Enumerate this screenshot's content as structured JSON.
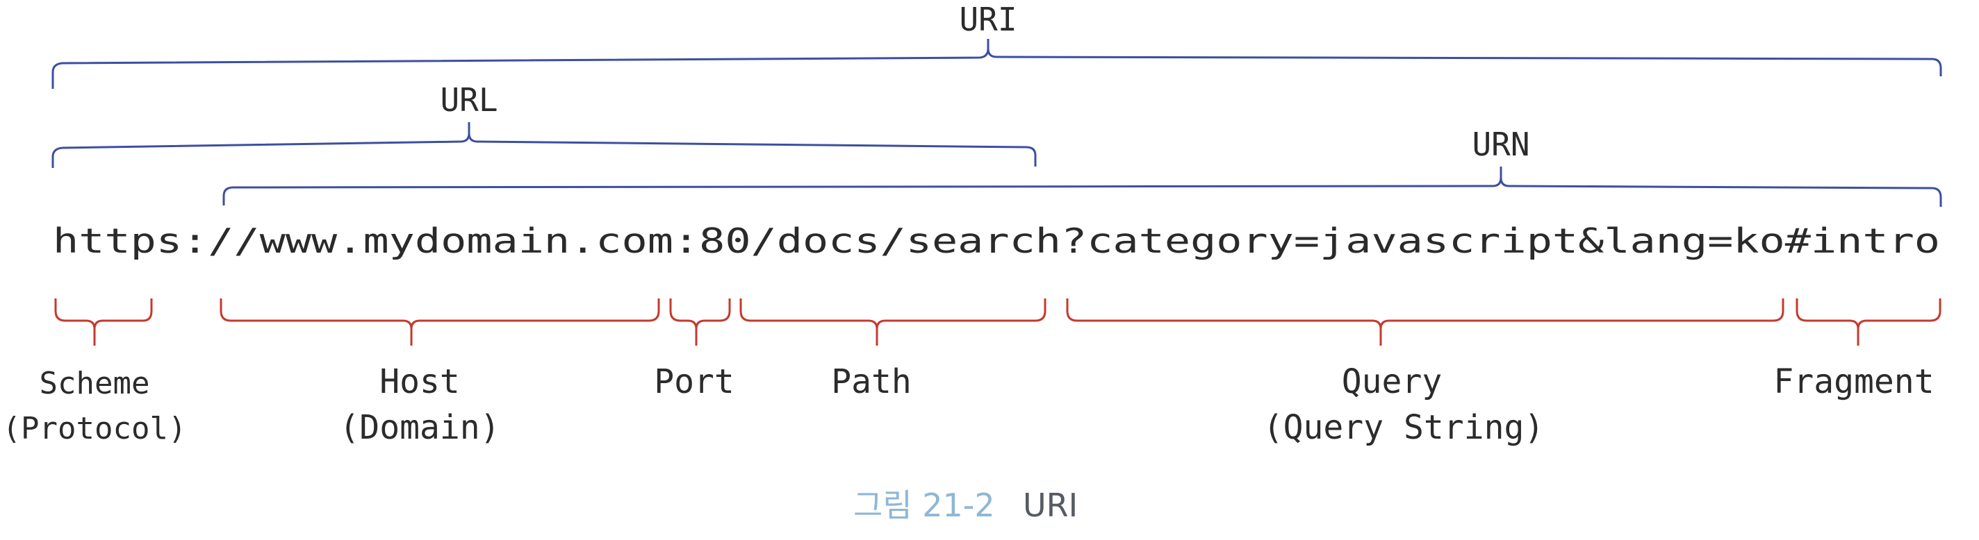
{
  "diagram": {
    "brackets_top": [
      {
        "id": "uri",
        "label": "URI"
      },
      {
        "id": "url",
        "label": "URL"
      },
      {
        "id": "urn",
        "label": "URN"
      }
    ],
    "url_string": "https://www.mydomain.com:80/docs/search?category=javascript&lang=ko#intro",
    "parts": [
      {
        "id": "scheme",
        "line1": "Scheme",
        "line2": "(Protocol)"
      },
      {
        "id": "host",
        "line1": "Host",
        "line2": "(Domain)"
      },
      {
        "id": "port",
        "line1": "Port",
        "line2": ""
      },
      {
        "id": "path",
        "line1": "Path",
        "line2": ""
      },
      {
        "id": "query",
        "line1": "Query",
        "line2": "(Query String)"
      },
      {
        "id": "fragment",
        "line1": "Fragment",
        "line2": ""
      }
    ],
    "caption": {
      "number": "그림 21-2",
      "text": "URI"
    },
    "colors": {
      "top_bracket": "#3d4fa0",
      "bottom_bracket": "#c43a2e",
      "caption_number": "#8fb7d4"
    }
  }
}
